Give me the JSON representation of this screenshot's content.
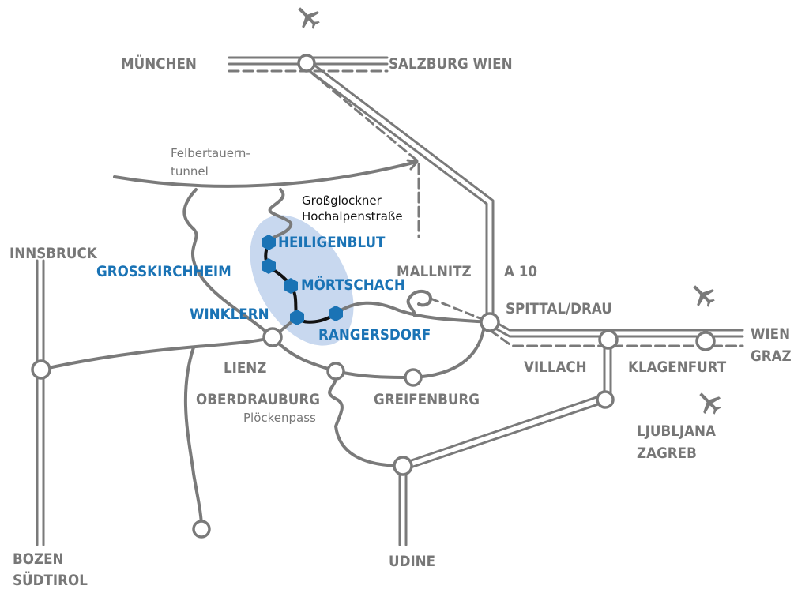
{
  "colors": {
    "road": "#7a7a7a",
    "route": "#111111",
    "accent": "#1a73b5",
    "highlight": "#c8d8ef"
  },
  "icons": [
    "airplane-icon-munich",
    "airplane-icon-klagenfurt",
    "airplane-icon-ljubljana"
  ],
  "cities": {
    "muenchen": "MÜNCHEN",
    "salzburg_wien": "SALZBURG WIEN",
    "innsbruck": "INNSBRUCK",
    "mallnitz": "MALLNITZ",
    "a10": "A 10",
    "spittal": "SPITTAL/DRAU",
    "wien": "WIEN",
    "graz": "GRAZ",
    "lienz": "LIENZ",
    "villach": "VILLACH",
    "klagenfurt": "KLAGENFURT",
    "oberdrauburg": "OBERDRAUBURG",
    "greifenburg": "GREIFENBURG",
    "ljubljana": "LJUBLJANA",
    "zagreb": "ZAGREB",
    "bozen": "BOZEN",
    "suedtirol": "SÜDTIROL",
    "udine": "UDINE"
  },
  "passes": {
    "felbertauern_1": "Felbertauern-",
    "felbertauern_2": "tunnel",
    "grossglockner_1": "Großglockner",
    "grossglockner_2": "Hochalpenstraße",
    "ploeckenpass": "Plöckenpass"
  },
  "region": {
    "heiligenblut": "HEILIGENBLUT",
    "grosskirchheim": "GROSSKIRCHHEIM",
    "moertschach": "MÖRTSCHACH",
    "winklern": "WINKLERN",
    "rangersdorf": "RANGERSDORF"
  }
}
